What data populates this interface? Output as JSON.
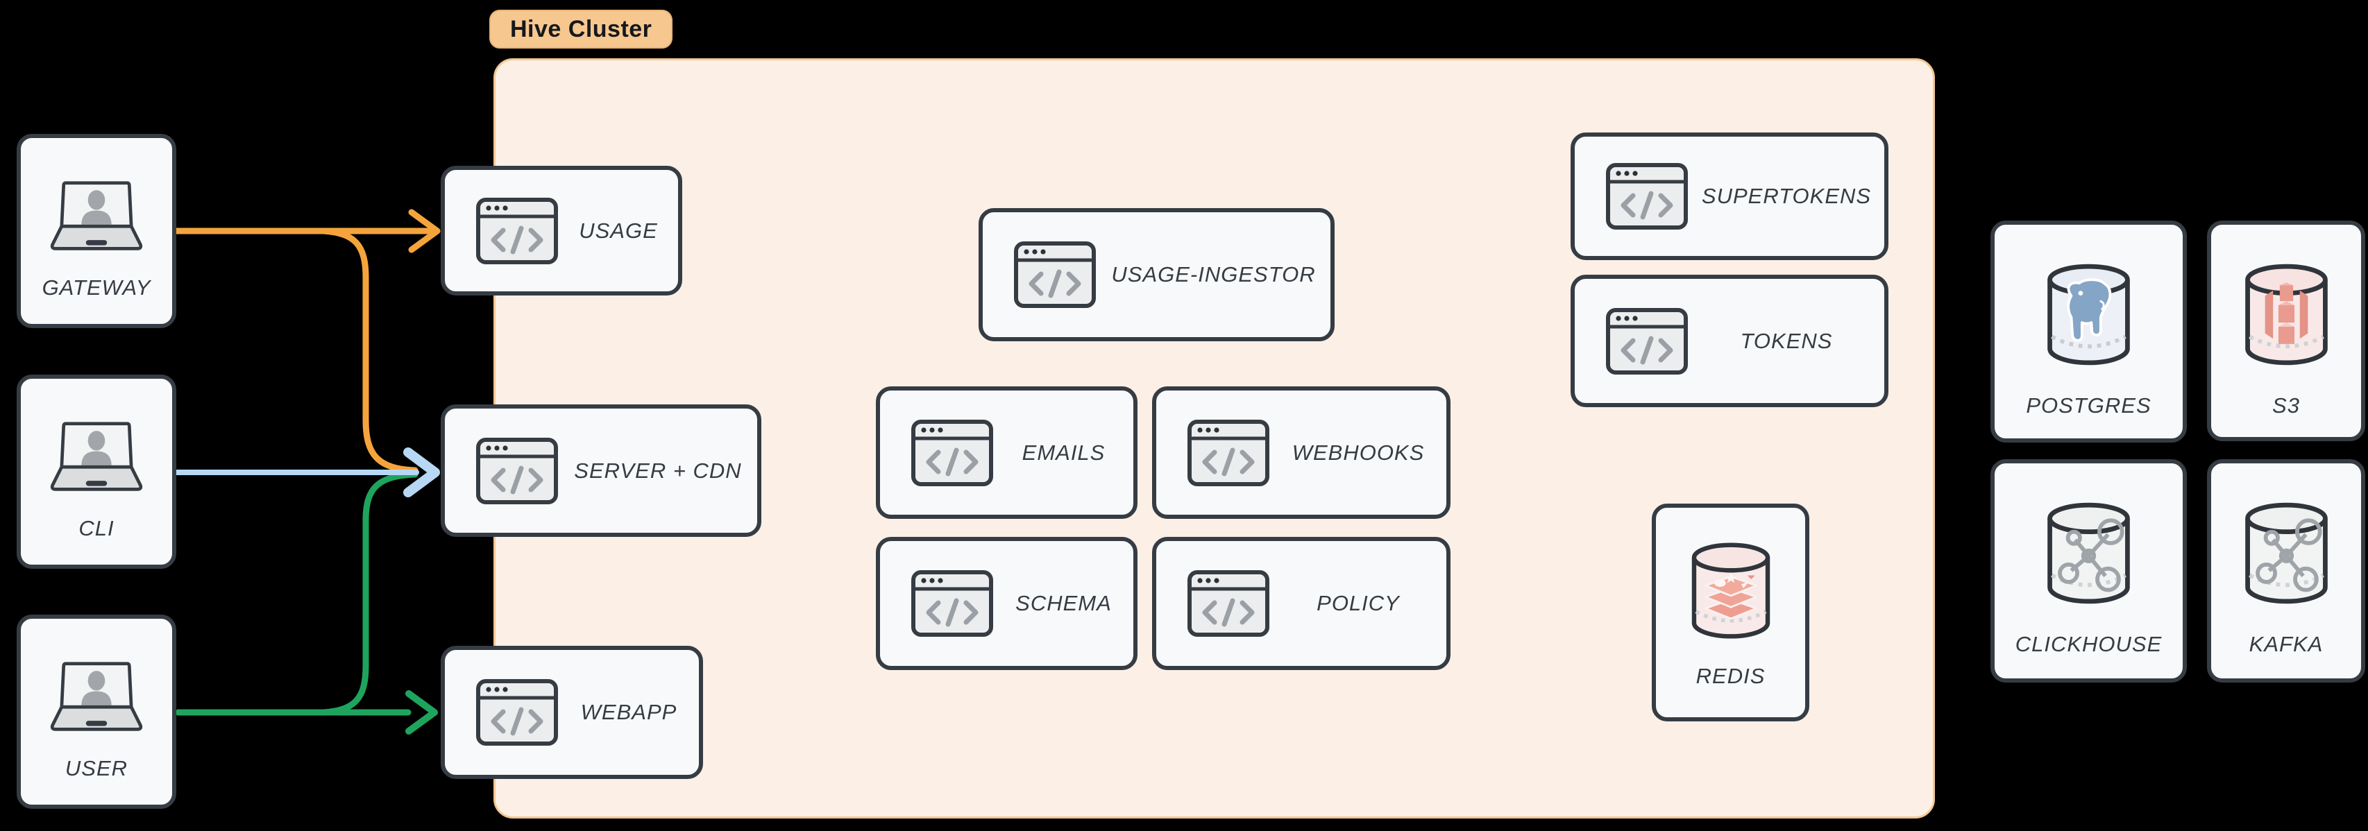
{
  "colors": {
    "edge_orange": "#f5a43c",
    "edge_blue": "#b7d8f4",
    "edge_green": "#1ea45d",
    "node_border": "#363c43",
    "node_fill": "#f8f9fa",
    "cluster_fill": "#fcf0e6",
    "cluster_border": "#f3c794",
    "tag_bg": "#f6c78f",
    "text": "#3a4046"
  },
  "cluster": {
    "tag": "Hive Cluster",
    "services": [
      {
        "label": "USAGE"
      },
      {
        "label": "SERVER + CDN"
      },
      {
        "label": "WEBAPP"
      },
      {
        "label": "USAGE-INGESTOR"
      },
      {
        "label": "EMAILS"
      },
      {
        "label": "WEBHOOKS"
      },
      {
        "label": "SCHEMA"
      },
      {
        "label": "POLICY"
      },
      {
        "label": "SUPERTOKENS"
      },
      {
        "label": "TOKENS"
      }
    ],
    "cache": {
      "label": "REDIS"
    }
  },
  "clients": [
    {
      "label": "GATEWAY"
    },
    {
      "label": "CLI"
    },
    {
      "label": "USER"
    }
  ],
  "datastores": [
    {
      "label": "POSTGRES"
    },
    {
      "label": "S3"
    },
    {
      "label": "CLICKHOUSE"
    },
    {
      "label": "KAFKA"
    }
  ],
  "edges": [
    {
      "from": "GATEWAY",
      "to": "USAGE",
      "color": "#f5a43c"
    },
    {
      "from": "GATEWAY",
      "to": "SERVER + CDN",
      "color": "#f5a43c"
    },
    {
      "from": "CLI",
      "to": "SERVER + CDN",
      "color": "#b7d8f4"
    },
    {
      "from": "USER",
      "to": "SERVER + CDN",
      "color": "#1ea45d"
    },
    {
      "from": "USER",
      "to": "WEBAPP",
      "color": "#1ea45d"
    }
  ]
}
